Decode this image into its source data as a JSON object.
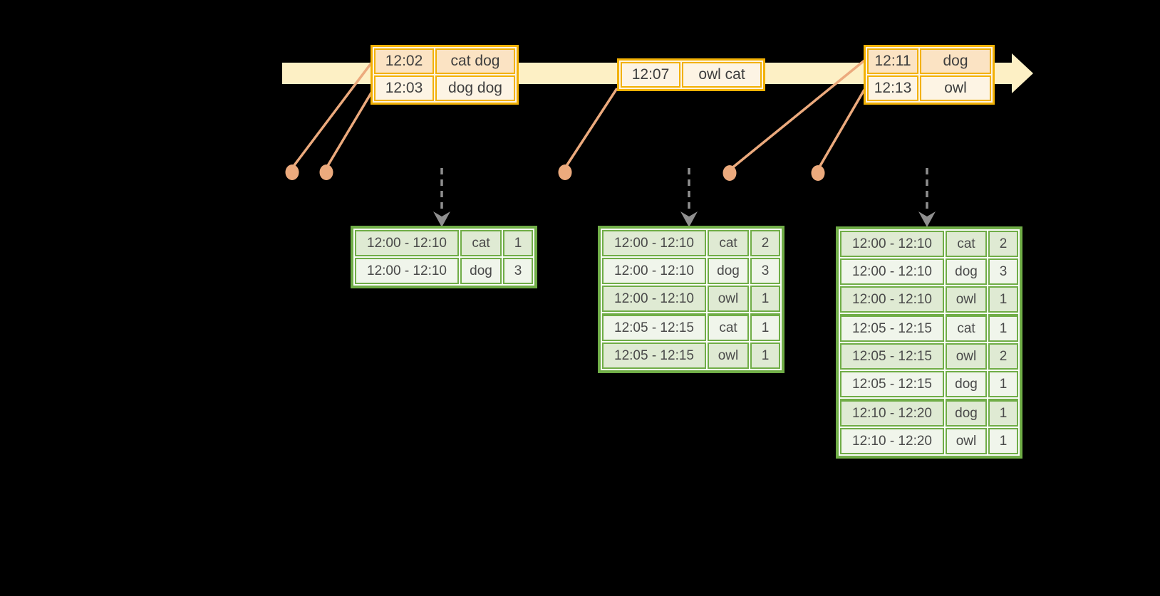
{
  "diagram": {
    "kind": "sliding-window word-count streaming diagram",
    "events": [
      {
        "rows": [
          {
            "time": "12:02",
            "words": "cat dog"
          },
          {
            "time": "12:03",
            "words": "dog dog"
          }
        ]
      },
      {
        "rows": [
          {
            "time": "12:07",
            "words": "owl cat"
          }
        ]
      },
      {
        "rows": [
          {
            "time": "12:11",
            "words": "dog"
          },
          {
            "time": "12:13",
            "words": "owl"
          }
        ]
      }
    ],
    "results": [
      {
        "rows": [
          {
            "window": "12:00 - 12:10",
            "word": "cat",
            "count": "1"
          },
          {
            "window": "12:00 - 12:10",
            "word": "dog",
            "count": "3"
          }
        ]
      },
      {
        "rows": [
          {
            "window": "12:00 - 12:10",
            "word": "cat",
            "count": "2"
          },
          {
            "window": "12:00 - 12:10",
            "word": "dog",
            "count": "3"
          },
          {
            "window": "12:00 - 12:10",
            "word": "owl",
            "count": "1"
          },
          {
            "window": "12:05 - 12:15",
            "word": "cat",
            "count": "1"
          },
          {
            "window": "12:05 - 12:15",
            "word": "owl",
            "count": "1"
          }
        ]
      },
      {
        "rows": [
          {
            "window": "12:00 - 12:10",
            "word": "cat",
            "count": "2"
          },
          {
            "window": "12:00 - 12:10",
            "word": "dog",
            "count": "3"
          },
          {
            "window": "12:00 - 12:10",
            "word": "owl",
            "count": "1"
          },
          {
            "window": "12:05 - 12:15",
            "word": "cat",
            "count": "1"
          },
          {
            "window": "12:05 - 12:15",
            "word": "owl",
            "count": "2"
          },
          {
            "window": "12:05 - 12:15",
            "word": "dog",
            "count": "1"
          },
          {
            "window": "12:10 - 12:20",
            "word": "dog",
            "count": "1"
          },
          {
            "window": "12:10 - 12:20",
            "word": "owl",
            "count": "1"
          }
        ]
      }
    ]
  },
  "colors": {
    "background": "#000000",
    "timeline_fill": "#fdf0c5",
    "event_border": "#f2b104",
    "event_row_peach": "#fbe3c3",
    "event_row_cream": "#fdf4e4",
    "event_table_bg": "#fdf3e1",
    "connector": "#ecaa7d",
    "result_border": "#70ad47",
    "result_table_bg": "#fbfdf9",
    "result_row_dark": "#dfead3",
    "result_row_light": "#f0f5eb",
    "trigger_arrow": "#8f8f8f"
  }
}
